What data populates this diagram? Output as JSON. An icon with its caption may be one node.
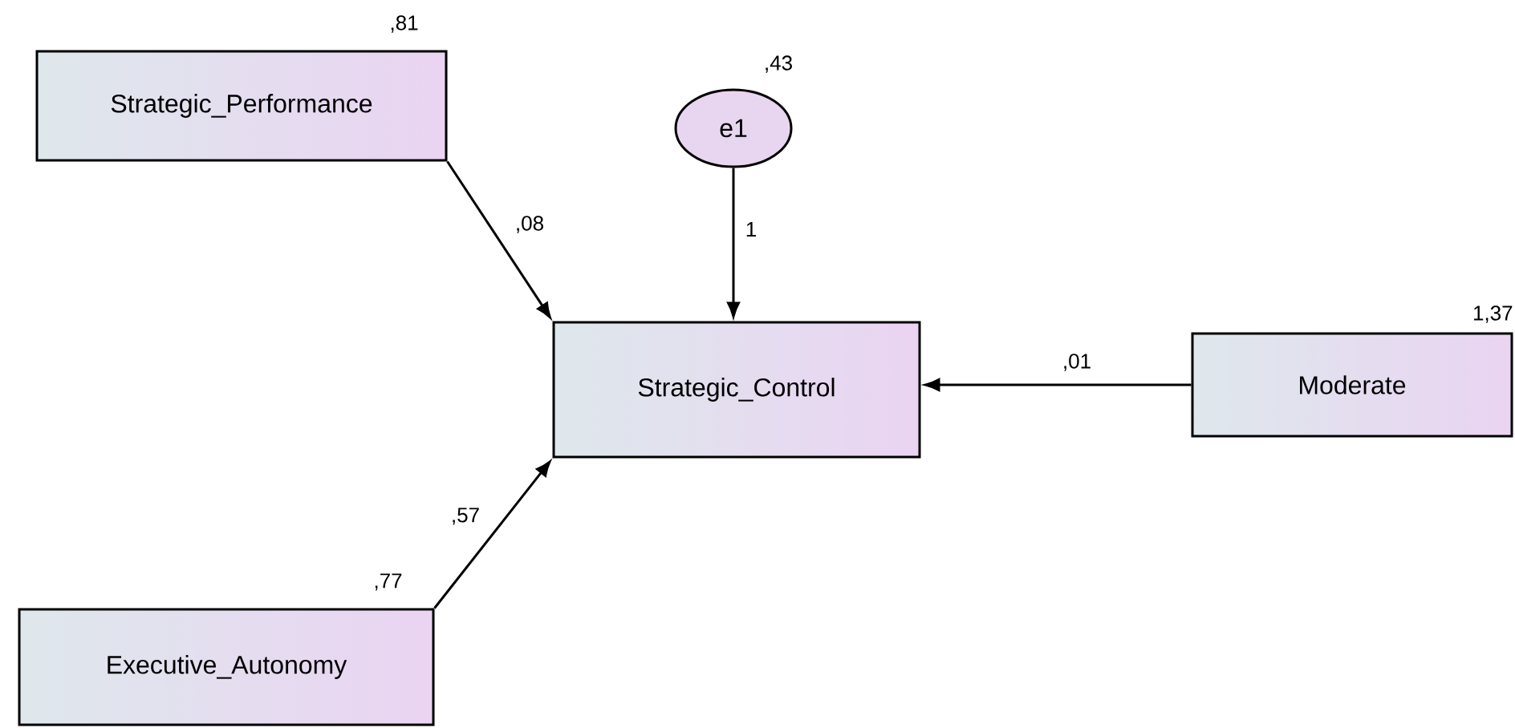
{
  "diagram": {
    "nodes": [
      {
        "text": [
          "Strategic_Performance"
        ],
        "beside": [
          ",81"
        ]
      },
      {
        "text": [
          "e1"
        ],
        "beside": [
          ",43"
        ]
      },
      {
        "text": [
          "Strategic_Control"
        ]
      },
      {
        "text": [
          "Moderate"
        ],
        "beside": [
          "1,37"
        ]
      },
      {
        "text": [
          "Executive_Autonomy"
        ],
        "beside": [
          ",77"
        ]
      }
    ],
    "edges": [
      {
        "from": 0,
        "to": 2,
        "arrow": "to",
        "label": ",08"
      },
      {
        "from": 1,
        "to": 2,
        "arrow": "to",
        "label": "1"
      },
      {
        "from": 3,
        "to": 2,
        "arrow": "to",
        "label": ",01"
      },
      {
        "from": 4,
        "to": 2,
        "arrow": "to",
        "label": ",57"
      }
    ]
  }
}
